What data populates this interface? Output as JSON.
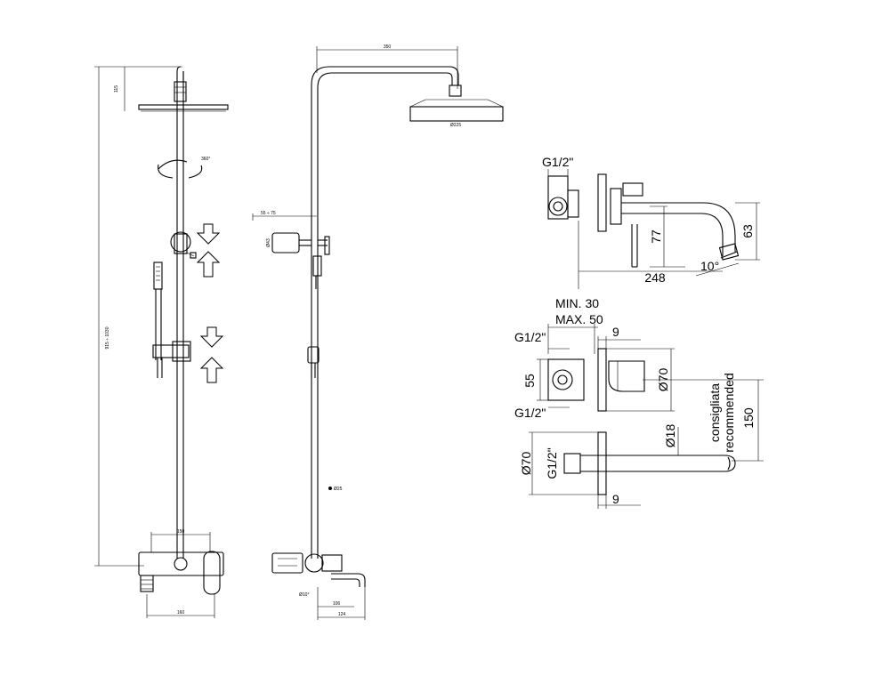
{
  "shower_front": {
    "head_drop": "115",
    "total_height": "915 ÷ 1030",
    "rotation": "360°",
    "mixer_width": "150",
    "base_width": "160"
  },
  "shower_side": {
    "arm_length": "350",
    "head_diameter": "Ø225",
    "bracket_offset": "55 ÷ 75",
    "bracket_diameter": "Ø43",
    "pipe_diameter": "Ø25",
    "spout_angle": "Ø10°",
    "spout_depth": "106",
    "spout_length": "124"
  },
  "spout_detail": {
    "thread": "G1/2\"",
    "height_a": "77",
    "height_b": "63",
    "length": "248",
    "angle": "10°"
  },
  "mixer_detail": {
    "depth_min": "MIN. 30",
    "depth_max": "MAX. 50",
    "thread_top": "G1/2\"",
    "thread_bottom": "G1/2\"",
    "plate_thickness": "9",
    "body_size": "55",
    "plate_diameter": "Ø70",
    "note_line1": "consigliata",
    "note_line2": "recommended",
    "spacing": "150"
  },
  "spout_plan": {
    "plate_diameter": "Ø70",
    "thread": "G1/2\"",
    "pipe_diameter": "Ø18",
    "plate_thickness": "9"
  }
}
